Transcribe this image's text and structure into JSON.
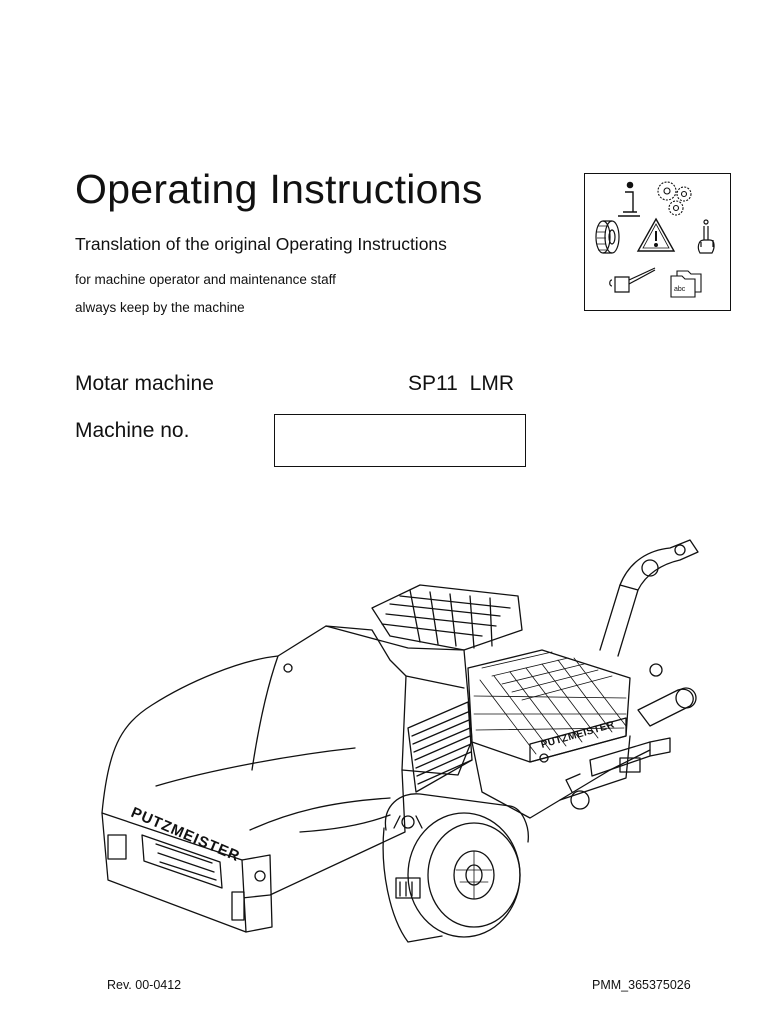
{
  "document": {
    "title": "Operating Instructions",
    "subtitle": "Translation of the original Operating Instructions",
    "audience": "for machine operator and maintenance staff",
    "keep_note": "always keep by the machine"
  },
  "machine": {
    "type_label": "Motar machine",
    "model": "SP11  LMR",
    "number_label": "Machine no.",
    "number_value": ""
  },
  "icon_panel": {
    "icons": [
      "info-icon",
      "gears-icon",
      "tire-icon",
      "warning-triangle-icon",
      "hand-pointing-icon",
      "oil-can-icon",
      "folder-abc-icon"
    ],
    "folder_text": "abc"
  },
  "illustration": {
    "brand_text": "PUTZMEISTER"
  },
  "footer": {
    "revision": "Rev.  00-0412",
    "document_number": "PMM_365375026"
  }
}
